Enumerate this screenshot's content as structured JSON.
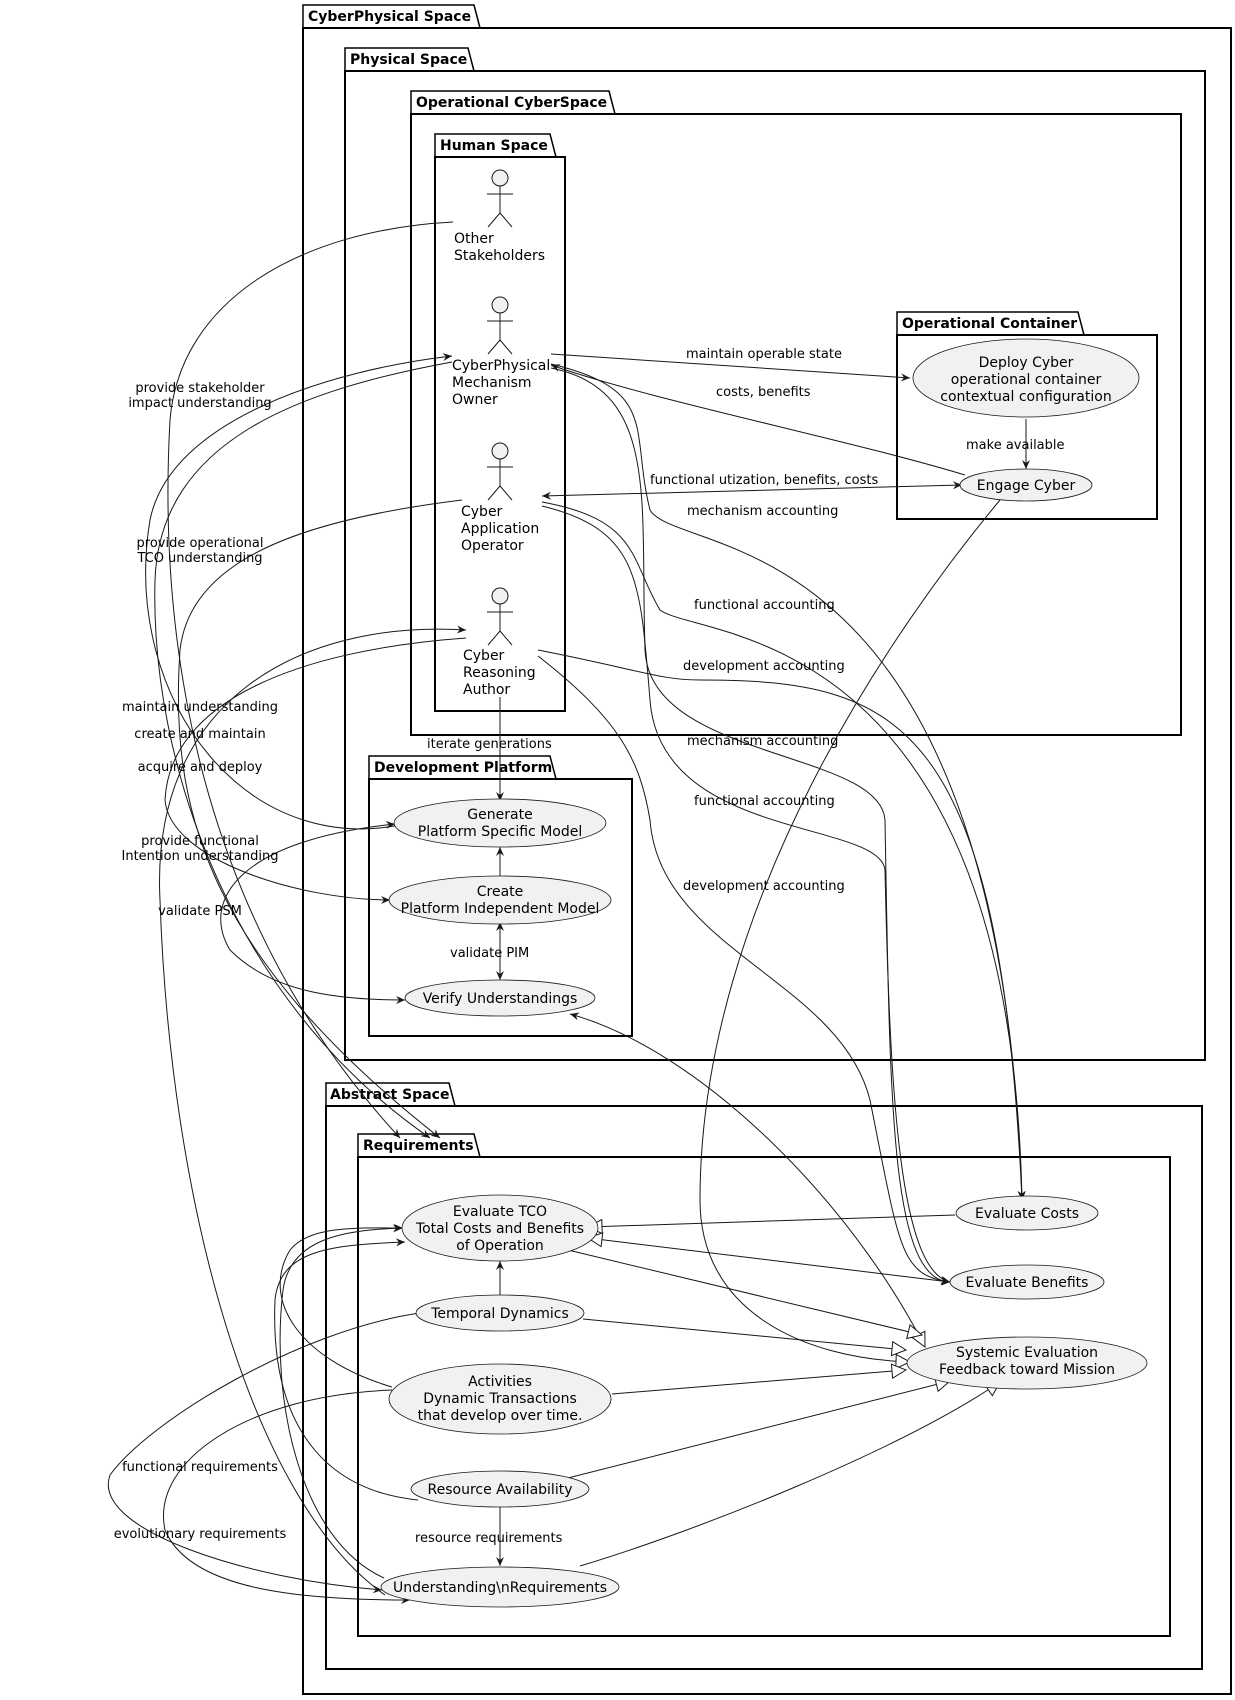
{
  "packages": {
    "cyberphysical_space": "CyberPhysical Space",
    "physical_space": "Physical Space",
    "operational_cyberspace": "Operational CyberSpace",
    "human_space": "Human Space",
    "operational_container": "Operational Container",
    "development_platform": "Development Platform",
    "abstract_space": "Abstract Space",
    "requirements": "Requirements"
  },
  "actors": {
    "other_stakeholders": [
      "Other",
      "Stakeholders"
    ],
    "mechanism_owner": [
      "CyberPhysical",
      "Mechanism",
      "Owner"
    ],
    "application_operator": [
      "Cyber",
      "Application",
      "Operator"
    ],
    "reasoning_author": [
      "Cyber",
      "Reasoning",
      "Author"
    ]
  },
  "usecases": {
    "deploy_cyber": [
      "Deploy Cyber",
      "operational container",
      "contextual configuration"
    ],
    "engage_cyber": [
      "Engage Cyber"
    ],
    "generate_psm": [
      "Generate",
      "Platform Specific Model"
    ],
    "create_pim": [
      "Create",
      "Platform Independent Model"
    ],
    "verify_understandings": [
      "Verify Understandings"
    ],
    "evaluate_tco": [
      "Evaluate TCO",
      "Total Costs and Benefits",
      "of Operation"
    ],
    "evaluate_costs": [
      "Evaluate Costs"
    ],
    "evaluate_benefits": [
      "Evaluate Benefits"
    ],
    "temporal_dynamics": [
      "Temporal Dynamics"
    ],
    "systemic_evaluation": [
      "Systemic Evaluation",
      "Feedback toward Mission"
    ],
    "activities": [
      "Activities",
      "Dynamic Transactions",
      "that develop over time."
    ],
    "resource_availability": [
      "Resource Availability"
    ],
    "understanding_requirements": [
      "Understanding\\nRequirements"
    ]
  },
  "edge_labels": {
    "maintain_operable_state": "maintain operable state",
    "costs_benefits": "costs, benefits",
    "make_available": "make available",
    "functional_utization": "functional utization, benefits, costs",
    "mechanism_accounting_1": "mechanism accounting",
    "functional_accounting_1": "functional accounting",
    "development_accounting_1": "development accounting",
    "mechanism_accounting_2": "mechanism accounting",
    "functional_accounting_2": "functional accounting",
    "development_accounting_2": "development accounting",
    "iterate_generations": "iterate generations",
    "validate_pim": "validate PIM",
    "provide_stakeholder": [
      "provide stakeholder",
      "impact understanding"
    ],
    "provide_operational": [
      "provide operational",
      "TCO understanding"
    ],
    "maintain_understanding": "maintain understanding",
    "create_and_maintain": "create and maintain",
    "acquire_and_deploy": "acquire and deploy",
    "provide_functional": [
      "provide functional",
      "Intention understanding"
    ],
    "validate_psm": "validate PSM",
    "functional_requirements": "functional requirements",
    "evolutionary_requirements": "evolutionary requirements",
    "resource_requirements": "resource requirements"
  }
}
